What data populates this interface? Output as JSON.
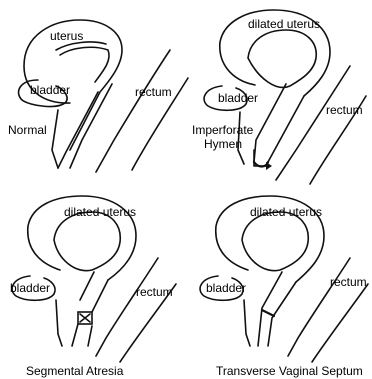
{
  "panels": {
    "normal": {
      "uterus": "uterus",
      "bladder": "bladder",
      "rectum": "rectum",
      "caption": "Normal"
    },
    "imperforate": {
      "uterus": "dilated uterus",
      "bladder": "bladder",
      "rectum": "rectum",
      "caption_line1": "Imperforate",
      "caption_line2": "Hymen"
    },
    "segmental": {
      "uterus": "dilated uterus",
      "bladder": "bladder",
      "rectum": "rectum",
      "caption": "Segmental Atresia"
    },
    "septum": {
      "uterus": "dilated uterus",
      "bladder": "bladder",
      "rectum": "rectum",
      "caption": "Transverse Vaginal Septum"
    }
  }
}
